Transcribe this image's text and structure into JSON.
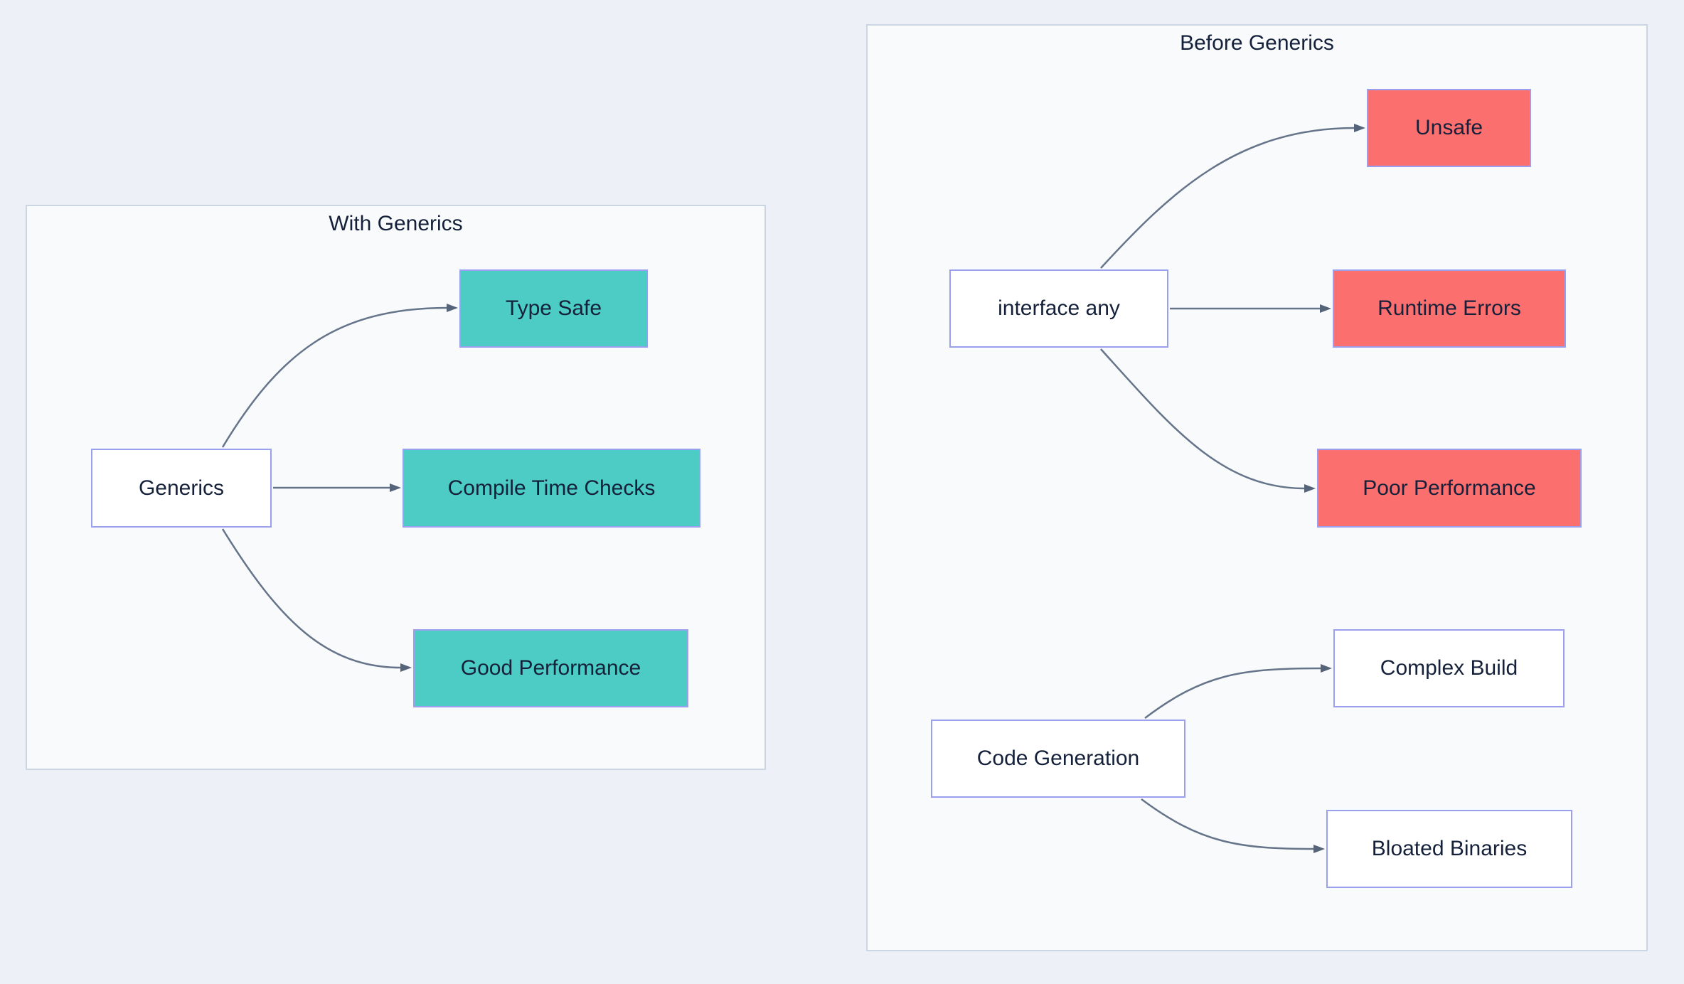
{
  "diagram": {
    "type": "flowchart",
    "direction": "left-to-right",
    "colors": {
      "background": "#edf1f7",
      "panel_fill": "#f8fafc",
      "panel_border": "#ccd5e2",
      "node_border": "#9aa0ee",
      "teal_fill": "#4cccc4",
      "red_fill": "#fc6f6f",
      "white_fill": "#ffffff",
      "edge_line": "#66748a",
      "arrowhead": "#56647a",
      "label_text": "#15213a"
    },
    "containers": [
      {
        "id": "with-generics",
        "title": "With Generics"
      },
      {
        "id": "before-generics",
        "title": "Before Generics"
      }
    ],
    "nodes": {
      "generics": {
        "label": "Generics",
        "style": "white",
        "container": "with-generics"
      },
      "type_safe": {
        "label": "Type Safe",
        "style": "teal",
        "container": "with-generics"
      },
      "compile_time_checks": {
        "label": "Compile Time Checks",
        "style": "teal",
        "container": "with-generics"
      },
      "good_performance": {
        "label": "Good Performance",
        "style": "teal",
        "container": "with-generics"
      },
      "interface_any": {
        "label": "interface any",
        "style": "white",
        "container": "before-generics"
      },
      "unsafe": {
        "label": "Unsafe",
        "style": "red",
        "container": "before-generics"
      },
      "runtime_errors": {
        "label": "Runtime Errors",
        "style": "red",
        "container": "before-generics"
      },
      "poor_performance": {
        "label": "Poor Performance",
        "style": "red",
        "container": "before-generics"
      },
      "code_generation": {
        "label": "Code Generation",
        "style": "white",
        "container": "before-generics"
      },
      "complex_build": {
        "label": "Complex Build",
        "style": "white",
        "container": "before-generics"
      },
      "bloated_binaries": {
        "label": "Bloated Binaries",
        "style": "white",
        "container": "before-generics"
      }
    },
    "edges": [
      {
        "from": "Generics",
        "to": "Type Safe"
      },
      {
        "from": "Generics",
        "to": "Compile Time Checks"
      },
      {
        "from": "Generics",
        "to": "Good Performance"
      },
      {
        "from": "interface any",
        "to": "Unsafe"
      },
      {
        "from": "interface any",
        "to": "Runtime Errors"
      },
      {
        "from": "interface any",
        "to": "Poor Performance"
      },
      {
        "from": "Code Generation",
        "to": "Complex Build"
      },
      {
        "from": "Code Generation",
        "to": "Bloated Binaries"
      }
    ]
  }
}
